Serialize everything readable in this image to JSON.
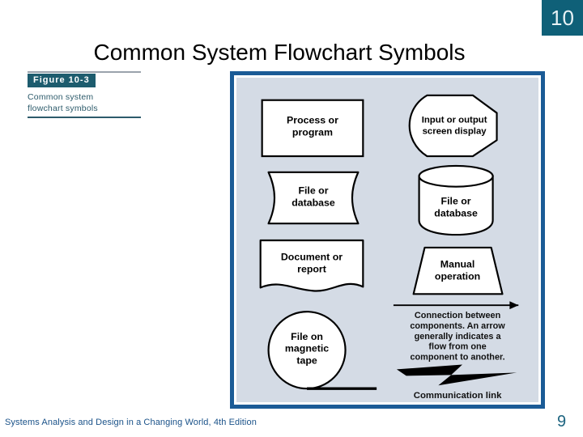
{
  "chapter_badge": {
    "number": "10",
    "bg_color": "#0f6078",
    "text_color": "#e8f2f5"
  },
  "slide": {
    "title": "Common System Flowchart Symbols"
  },
  "figure_caption": {
    "tag": "Figure 10-3",
    "tag_bg_color": "#1d5c6e",
    "line1": "Common system",
    "line2": "flowchart symbols",
    "text_color": "#2d5b6b"
  },
  "figure": {
    "border_color": "#1b5b96",
    "background_color": "#d4dbe5",
    "symbols": [
      {
        "id": "process-or-program",
        "shape": "rectangle",
        "label_line1": "Process or",
        "label_line2": "program"
      },
      {
        "id": "file-or-database-curved",
        "shape": "curved-rectangle",
        "label_line1": "File or",
        "label_line2": "database"
      },
      {
        "id": "document-or-report",
        "shape": "document-wavy",
        "label_line1": "Document or",
        "label_line2": "report"
      },
      {
        "id": "file-on-magnetic-tape",
        "shape": "circle-with-tangent",
        "label_line1": "File on",
        "label_line2": "magnetic",
        "label_line3": "tape"
      },
      {
        "id": "input-or-output-screen-display",
        "shape": "octagon",
        "label_line1": "Input or output",
        "label_line2": "screen display"
      },
      {
        "id": "file-or-database-cylinder",
        "shape": "cylinder",
        "label_line1": "File or",
        "label_line2": "database"
      },
      {
        "id": "manual-operation",
        "shape": "trapezoid",
        "label_line1": "Manual",
        "label_line2": "operation"
      }
    ],
    "connection_arrow": {
      "id": "connection-arrow",
      "caption_line1": "Connection between",
      "caption_line2": "components. An arrow",
      "caption_line3": "generally indicates a",
      "caption_line4": "flow from one",
      "caption_line5": "component to another."
    },
    "communication_link": {
      "id": "communication-link",
      "caption": "Communication link"
    }
  },
  "footer": {
    "text": "Systems Analysis and Design in a Changing World, 4th Edition",
    "text_color": "#1a5289",
    "page_number": "9"
  }
}
